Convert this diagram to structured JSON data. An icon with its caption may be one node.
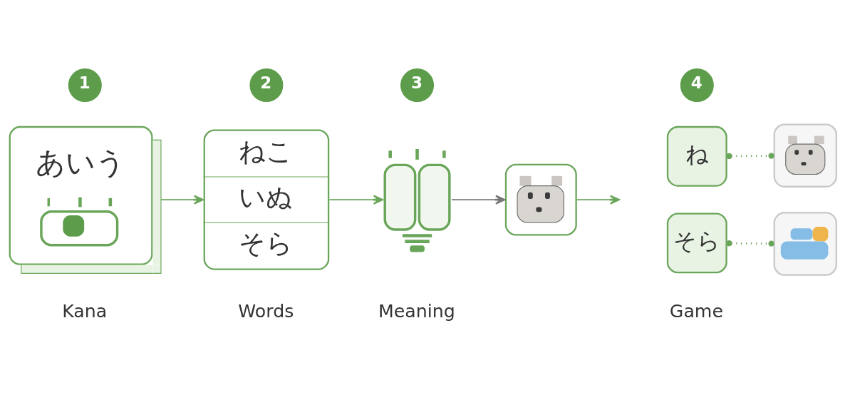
{
  "diagram": {
    "nodes": [
      {
        "text": [
          "1"
        ]
      },
      {
        "text": [
          "あいう"
        ]
      },
      {
        "text": [
          "2"
        ]
      },
      {
        "text": [
          "ねこ",
          "いぬ",
          "そら"
        ]
      },
      {
        "text": [
          "3"
        ]
      },
      {
        "text": [],
        "shape": "picture"
      },
      {
        "text": [],
        "shape": "picture"
      },
      {
        "text": [
          "4"
        ]
      },
      {
        "text": [
          "ね"
        ]
      },
      {
        "text": [],
        "shape": "picture"
      },
      {
        "text": [
          "そら"
        ]
      },
      {
        "text": [],
        "shape": "picture"
      }
    ],
    "edges": [
      {
        "from": 1,
        "to": 3,
        "arrow": "to"
      },
      {
        "from": 3,
        "to": 5,
        "arrow": "to"
      },
      {
        "from": 5,
        "to": 6,
        "arrow": "to",
        "color": "#777777"
      },
      {
        "from": 6,
        "to": null,
        "arrow": "to"
      },
      {
        "from": 8,
        "to": 9,
        "arrow": "other",
        "style": "dashed"
      },
      {
        "from": 10,
        "to": 11,
        "arrow": "other",
        "style": "dashed"
      }
    ],
    "labels": [
      "Kana",
      "Words",
      "Meaning",
      "Game"
    ]
  }
}
